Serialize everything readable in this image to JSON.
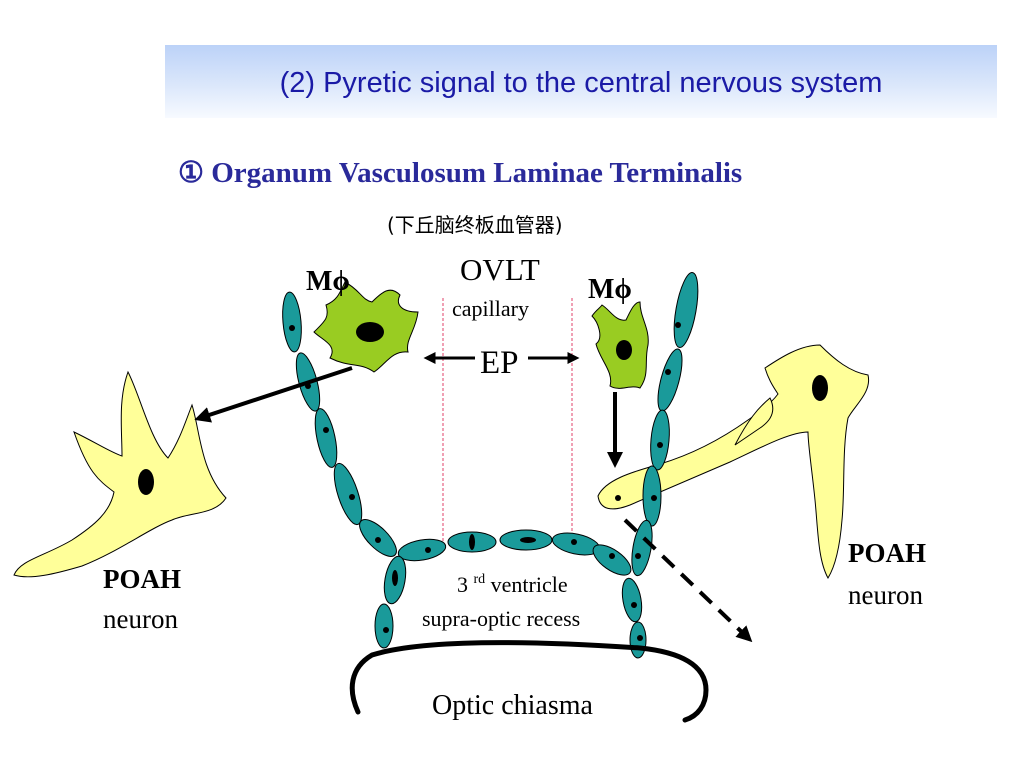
{
  "header": {
    "title": "(2) Pyretic signal to the central nervous system"
  },
  "subtitle": {
    "marker": "①",
    "text": "Organum Vasculosum Laminae Terminalis"
  },
  "chinese_name": "(下丘脑终板血管器)",
  "labels": {
    "ovlt": "OVLT",
    "capillary": "capillary",
    "ep": "EP",
    "macrophage_left": "Mϕ",
    "macrophage_right": "Mϕ",
    "poah_left": "POAH",
    "neuron_left": "neuron",
    "poah_right": "POAH",
    "neuron_right": "neuron",
    "ventricle_num": "3",
    "ventricle_sup": "rd",
    "ventricle_word": " ventricle",
    "recess": "supra-optic recess",
    "chiasma": "Optic chiasma"
  },
  "colors": {
    "title_text": "#1a1aa6",
    "subtitle_text": "#2a2a9a",
    "ovlt_text": "#e8200c",
    "endothelial_cell": "#1a9a9a",
    "macrophage": "#99cc22",
    "neuron": "#ffff99",
    "capillary_line": "#e0406a"
  }
}
